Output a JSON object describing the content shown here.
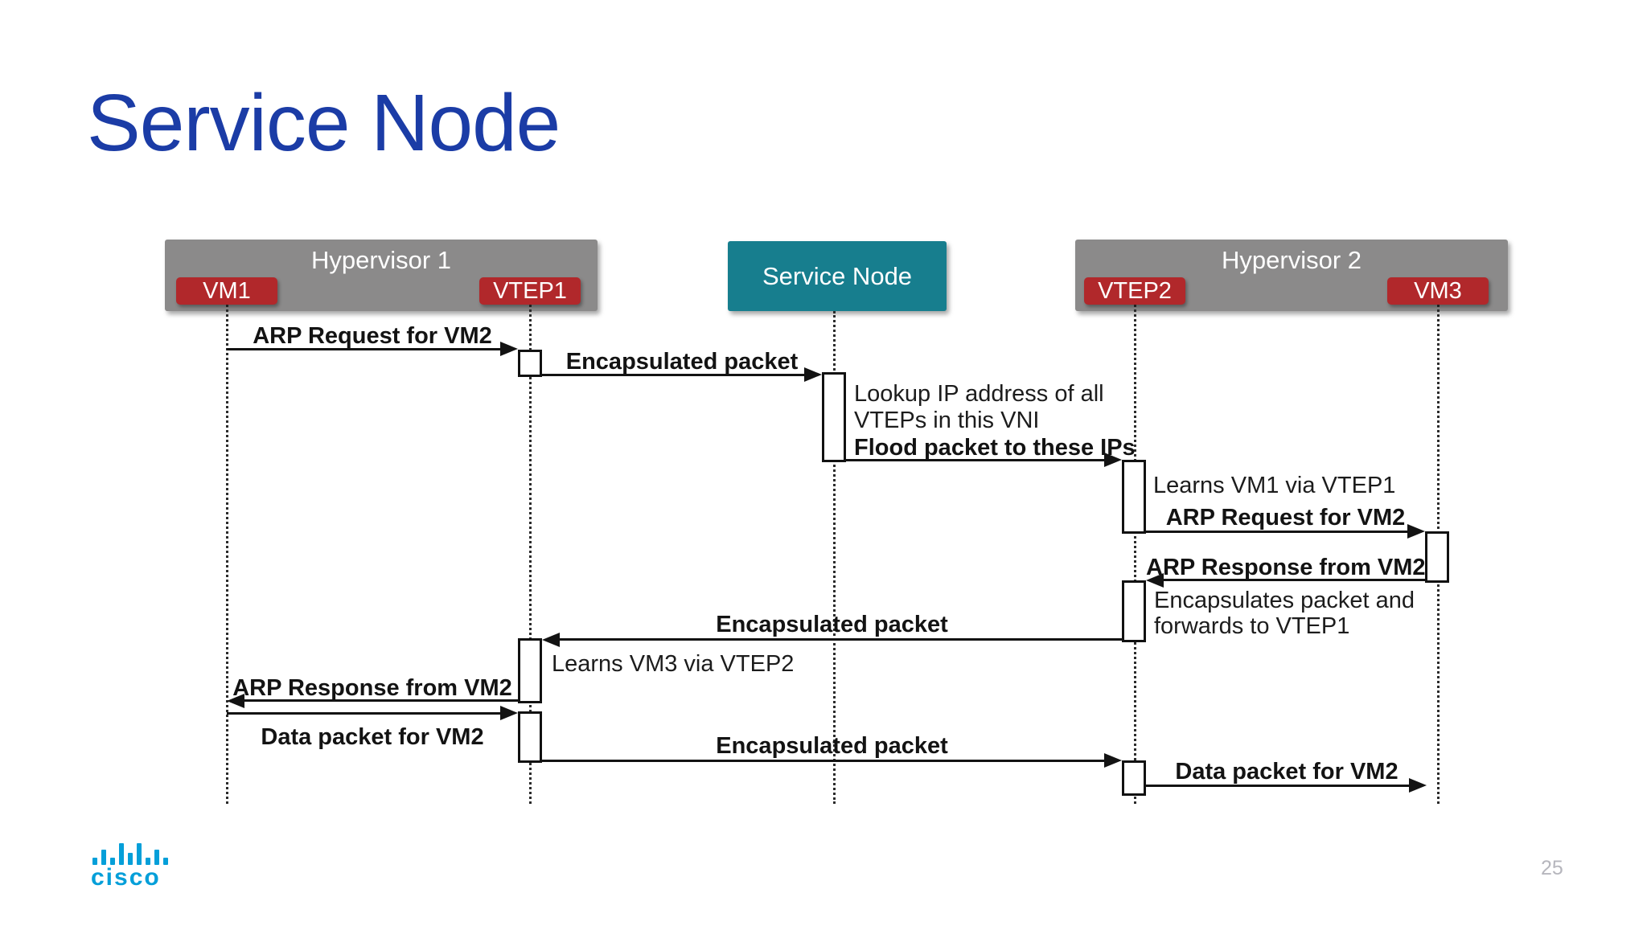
{
  "slide": {
    "title": "Service Node",
    "page_number": "25"
  },
  "colors": {
    "title_blue": "#1B3CA6",
    "hypervisor_gray": "#8B8A8A",
    "actor_red": "#B1282B",
    "service_teal": "#177E8E",
    "cisco_blue": "#049FD9",
    "line_black": "#131313"
  },
  "diagram": {
    "groups": {
      "hypervisor1": "Hypervisor 1",
      "service_node": "Service Node",
      "hypervisor2": "Hypervisor 2"
    },
    "actors": {
      "vm1": "VM1",
      "vtep1": "VTEP1",
      "vtep2": "VTEP2",
      "vm3": "VM3"
    },
    "messages": [
      {
        "from": "VM1",
        "to": "VTEP1",
        "label": "ARP Request for VM2"
      },
      {
        "from": "VTEP1",
        "to": "Service Node",
        "label": "Encapsulated packet"
      },
      {
        "from": "Service Node",
        "to": "VTEP2",
        "label": "Flood packet to these IPs"
      },
      {
        "from": "VTEP2",
        "to": "VM3",
        "label": "ARP Request for VM2"
      },
      {
        "from": "VM3",
        "to": "VTEP2",
        "label": "ARP Response from VM2"
      },
      {
        "from": "VTEP2",
        "to": "VTEP1",
        "label": "Encapsulated packet"
      },
      {
        "from": "VTEP1",
        "to": "VM1",
        "label": "ARP Response from VM2"
      },
      {
        "from": "VM1",
        "to": "VTEP1",
        "label": "Data packet for VM2"
      },
      {
        "from": "VTEP1",
        "to": "VTEP2",
        "label": "Encapsulated packet"
      },
      {
        "from": "VTEP2",
        "to": "VM3",
        "label": "Data packet for VM2"
      }
    ],
    "notes": [
      {
        "line1": "Lookup IP address of all",
        "line2": "VTEPs in this VNI"
      },
      {
        "text": "Learns VM1 via VTEP1"
      },
      {
        "line1": "Encapsulates packet and",
        "line2": "forwards to VTEP1"
      },
      {
        "text": "Learns VM3 via VTEP2"
      }
    ]
  },
  "footer": {
    "logo_text": "cisco"
  }
}
